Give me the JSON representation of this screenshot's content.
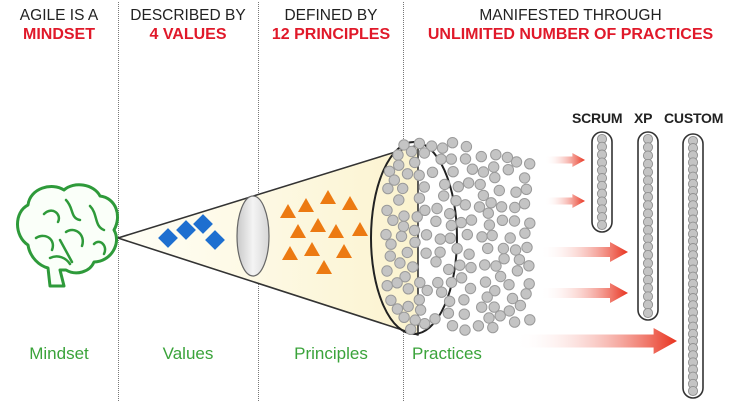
{
  "columns": [
    {
      "top": "AGILE IS A",
      "bottom": "MINDSET",
      "footer": "Mindset"
    },
    {
      "top": "DESCRIBED BY",
      "bottom": "4 VALUES",
      "footer": "Values"
    },
    {
      "top": "DEFINED BY",
      "bottom": "12 PRINCIPLES",
      "footer": "Principles"
    },
    {
      "top": "MANIFESTED THROUGH",
      "bottom": "UNLIMITED NUMBER OF PRACTICES",
      "footer": "Practices"
    }
  ],
  "frameworks": [
    {
      "label": "SCRUM"
    },
    {
      "label": "XP"
    },
    {
      "label": "CUSTOM"
    }
  ],
  "colors": {
    "accent_red": "#e0192a",
    "footer_green": "#3aa33a",
    "brain_green": "#2e9a3a",
    "value_blue": "#1e6fd0",
    "principle_orange": "#ec7a12",
    "practice_gray": "#c4c4c4",
    "arrow_red": "#e8321e"
  }
}
